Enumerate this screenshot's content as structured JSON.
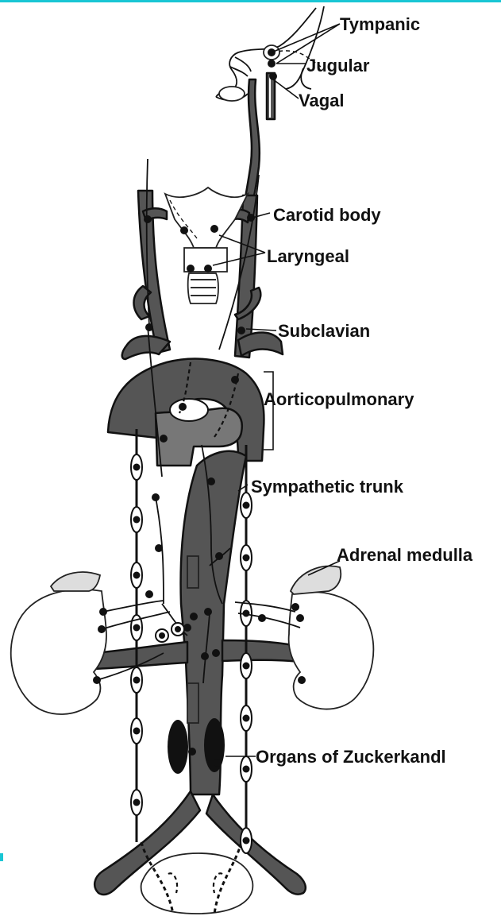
{
  "labels": {
    "tympanic": "Tympanic",
    "jugular": "Jugular",
    "vagal": "Vagal",
    "carotid_body": "Carotid body",
    "laryngeal": "Laryngeal",
    "subclavian": "Subclavian",
    "aorticopulmonary": "Aorticopulmonary",
    "sympathetic_trunk": "Sympathetic trunk",
    "adrenal_medulla": "Adrenal medulla",
    "organs_of_zuckerkandl": "Organs of Zuckerkandl"
  },
  "colors": {
    "vessel": "#555555",
    "outline": "#111111",
    "accent_line": "#19c6d4"
  }
}
